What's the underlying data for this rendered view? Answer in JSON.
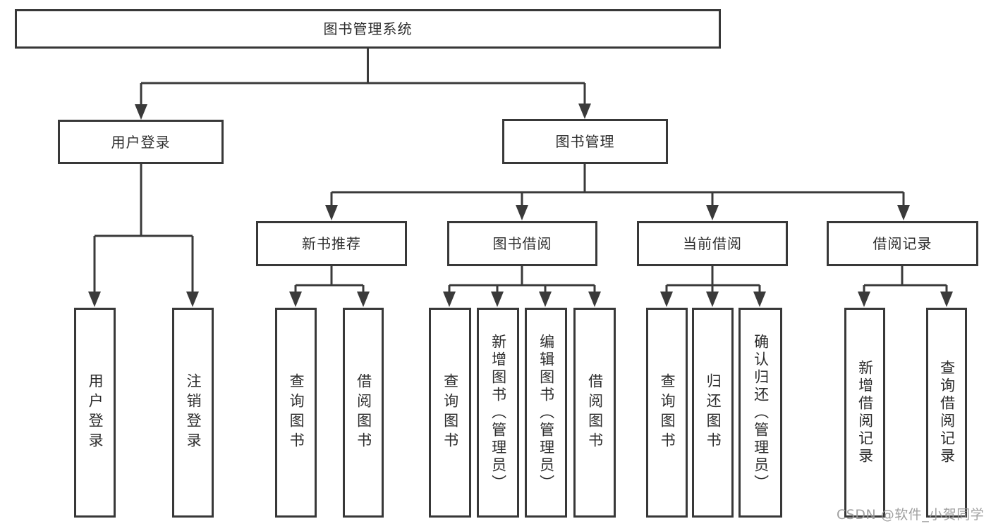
{
  "colors": {
    "line": "#3a3a3a",
    "box_border": "#383838",
    "text": "#2d2d2d",
    "background": "#ffffff",
    "watermark": "#989898"
  },
  "watermark": {
    "text": "CSDN @软件_小贺同学"
  },
  "tree": {
    "root": {
      "label": "图书管理系统"
    },
    "branches": [
      {
        "label": "用户登录",
        "children": [
          {
            "label": "用户登录"
          },
          {
            "label": "注销登录"
          }
        ]
      },
      {
        "label": "图书管理",
        "groups": [
          {
            "label": "新书推荐",
            "children": [
              {
                "label": "查询图书"
              },
              {
                "label": "借阅图书"
              }
            ]
          },
          {
            "label": "图书借阅",
            "children": [
              {
                "label": "查询图书"
              },
              {
                "label": "新增图书（管理员）"
              },
              {
                "label": "编辑图书（管理员）"
              },
              {
                "label": "借阅图书"
              }
            ]
          },
          {
            "label": "当前借阅",
            "children": [
              {
                "label": "查询图书"
              },
              {
                "label": "归还图书"
              },
              {
                "label": "确认归还（管理员）"
              }
            ]
          },
          {
            "label": "借阅记录",
            "children": [
              {
                "label": "新增借阅记录"
              },
              {
                "label": "查询借阅记录"
              }
            ]
          }
        ]
      }
    ]
  }
}
